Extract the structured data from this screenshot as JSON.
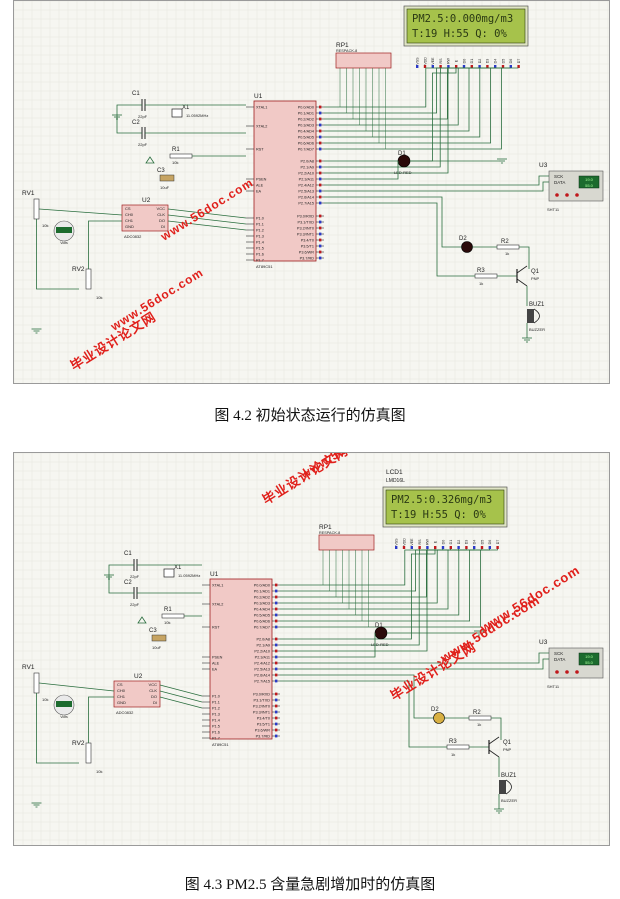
{
  "figures": [
    {
      "caption": "图 4.2 初始状态运行的仿真图",
      "lcd": {
        "ref": "",
        "model": "",
        "line1": "PM2.5:0.000mg/m3",
        "line2": "T:19 H:55 Q: 0%"
      },
      "sht_values": [
        "19.0",
        "55.0"
      ]
    },
    {
      "caption": "图 4.3 PM2.5 含量急剧增加时的仿真图",
      "lcd": {
        "ref": "LCD1",
        "model": "LMD16L",
        "line1": "PM2.5:0.326mg/m3",
        "line2": "T:19 H:55 Q: 0%"
      },
      "sht_values": [
        "19.0",
        "55.0"
      ]
    }
  ],
  "labels": {
    "rp1": "RP1",
    "respack": "RESPACK-8",
    "u1": "U1",
    "at89c51": "AT89C51",
    "u2": "U2",
    "adc0832": "ADC0832",
    "u3": "U3",
    "sht11": "SHT11",
    "sck": "SCK",
    "data": "DATA",
    "c1": "C1",
    "c2": "C2",
    "c3": "C3",
    "cap22": "22pF",
    "cap10": "10uF",
    "x1": "X1",
    "crystal": "11.0592MHz",
    "r1": "R1",
    "r1val": "10k",
    "r2": "R2",
    "r3": "R3",
    "k1": "1k",
    "d1": "D1",
    "ledred": "LED-RED",
    "d2": "D2",
    "q1": "Q1",
    "pnp": "PNP",
    "buz1": "BUZ1",
    "buzzer": "BUZZER",
    "rv1": "RV1",
    "rv2": "RV2",
    "k10": "10k",
    "vol": "Volts",
    "xtal1": "XTAL1",
    "xtal2": "XTAL2",
    "rst": "RST",
    "psen": "PSEN",
    "ale": "ALE",
    "ea": "EA",
    "cs": "CS",
    "ch0": "CH0",
    "ch1": "CH1",
    "gnd": "GND",
    "vcc": "VCC",
    "clk": "CLK",
    "do": "DO",
    "di": "DI"
  },
  "port_p0": [
    "P0.0/AD0",
    "P0.1/AD1",
    "P0.2/AD2",
    "P0.3/AD3",
    "P0.4/AD4",
    "P0.5/AD5",
    "P0.6/AD6",
    "P0.7/AD7"
  ],
  "port_p2": [
    "P2.0/A8",
    "P2.1/A9",
    "P2.2/A10",
    "P2.3/A11",
    "P2.4/A12",
    "P2.5/A13",
    "P2.6/A14",
    "P2.7/A15"
  ],
  "port_p3": [
    "P3.0/RXD",
    "P3.1/TXD",
    "P3.2/INT0",
    "P3.3/INT1",
    "P3.4/T0",
    "P3.5/T1",
    "P3.6/WR",
    "P3.7/RD"
  ],
  "port_p1": [
    "P1.0",
    "P1.1",
    "P1.2",
    "P1.3",
    "P1.4",
    "P1.5",
    "P1.6",
    "P1.7"
  ],
  "lcd_pins": [
    "VSS",
    "VDD",
    "VEE",
    "RS",
    "RW",
    "E",
    "D0",
    "D1",
    "D2",
    "D3",
    "D4",
    "D5",
    "D6",
    "D7"
  ],
  "watermarks": [
    "毕业设计论文网",
    "www.56doc.com"
  ],
  "colors": {
    "wire": "#2a6e3e",
    "chip": "#f1c9c6",
    "chip_edge": "#9e1f1f",
    "lcd": "#a6c24b",
    "lcd_text": "#2b3a14",
    "panel": "#f6f6f1",
    "red": "#c0181c",
    "blue": "#2a38c8"
  }
}
